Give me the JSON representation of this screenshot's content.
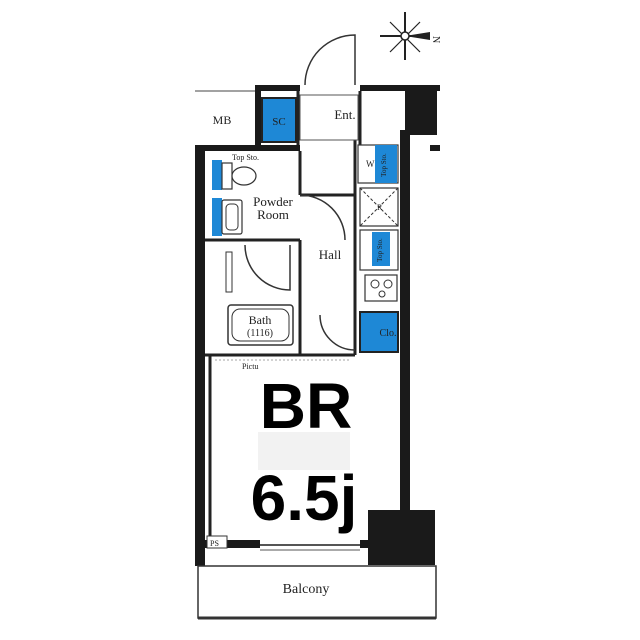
{
  "labels": {
    "mb": "MB",
    "sc": "SC",
    "ent": "Ent.",
    "top_storage_1": "Top Sto.",
    "washer": "W",
    "top_storage_2": "Top Sto.",
    "refrigerator": "R",
    "powder_room_line1": "Powder",
    "powder_room_line2": "Room",
    "hall": "Hall",
    "top_storage_3": "Top Sto.",
    "bath": "Bath",
    "bath_size": "(1116)",
    "closet": "Clo.",
    "picture_rail": "Pictu",
    "ps": "PS",
    "balcony": "Balcony"
  },
  "room_type": "BR",
  "room_size": "6.5j",
  "compass_letter": "N",
  "colors": {
    "storage_blue": "#1e88d6",
    "wall": "#1a1a1a",
    "overlay": "#f2f2f2"
  }
}
